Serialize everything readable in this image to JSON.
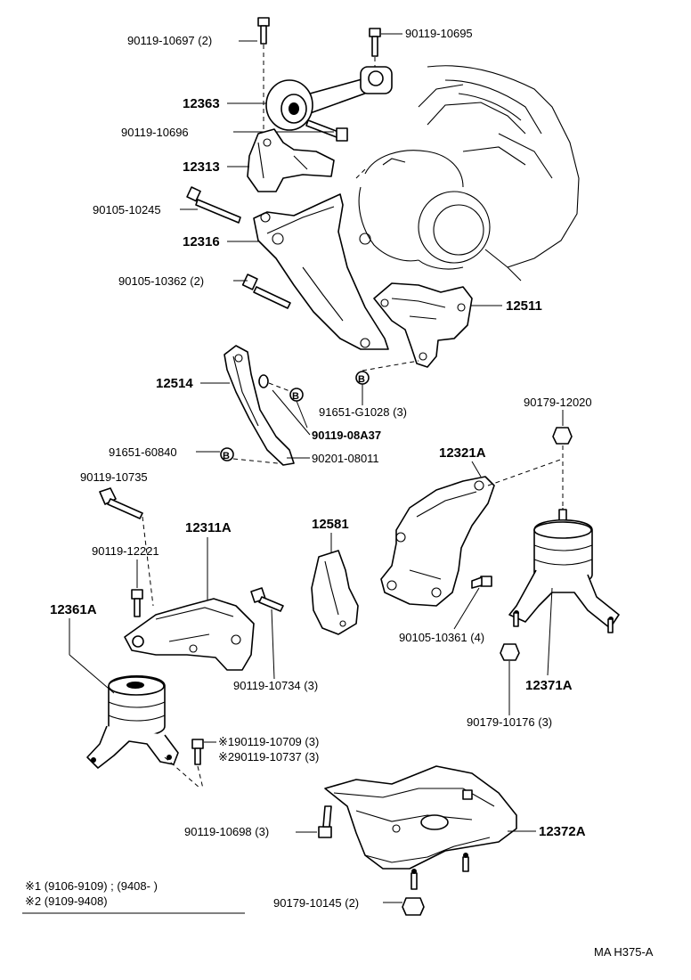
{
  "labels": {
    "p_90119_10697": "90119-10697 (2)",
    "p_90119_10695": "90119-10695",
    "p_12363": "12363",
    "p_90119_10696": "90119-10696",
    "p_12313": "12313",
    "p_90105_10245": "90105-10245",
    "p_12316": "12316",
    "p_90105_10362": "90105-10362 (2)",
    "p_12511": "12511",
    "p_12514": "12514",
    "p_91651_g1028": "91651-G1028 (3)",
    "p_90119_08a37": "90119-08A37",
    "p_91651_60840": "91651-60840",
    "p_90201_08011": "90201-08011",
    "p_90179_12020": "90179-12020",
    "p_12321a": "12321A",
    "p_90119_10735": "90119-10735",
    "p_12311a": "12311A",
    "p_12581": "12581",
    "p_90119_12221": "90119-12221",
    "p_12361a": "12361A",
    "p_90105_10361": "90105-10361 (4)",
    "p_90119_10734": "90119-10734 (3)",
    "p_12371a": "12371A",
    "p_90179_10176": "90179-10176 (3)",
    "p_90119_10709": "※190119-10709 (3)",
    "p_90119_10737": "※290119-10737 (3)",
    "p_90119_10698": "90119-10698 (3)",
    "p_12372a": "12372A",
    "p_90179_10145": "90179-10145 (2)"
  },
  "callout_letter": "B",
  "legend": {
    "note1": "※1 (9106-9109) ; (9408-        )",
    "note2": "※2 (9109-9408)"
  },
  "figure_code": "MA H375-A"
}
